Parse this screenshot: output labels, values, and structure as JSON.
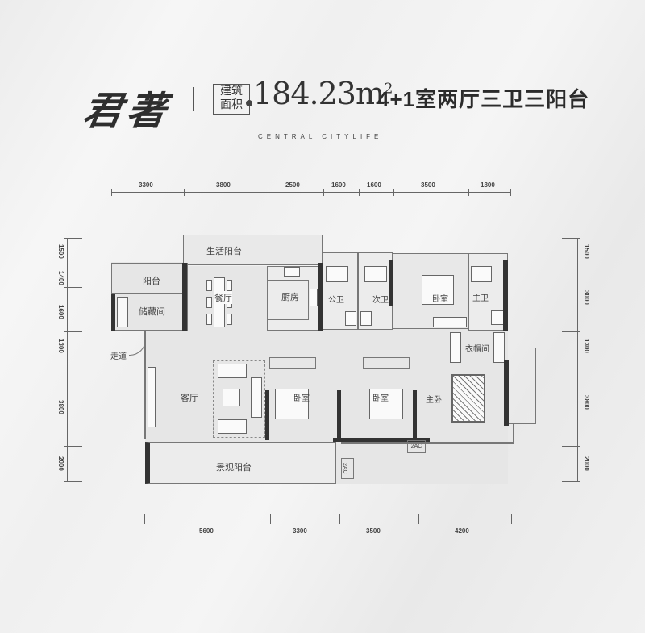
{
  "header": {
    "brand_name": "君著",
    "area_label_line1": "建筑",
    "area_label_line2": "面积",
    "area_value": "184.23m",
    "area_unit_sup": "2",
    "layout_desc": "4+1室两厅三卫三阳台",
    "subtitle": "CENTRAL CITYLIFE"
  },
  "dimensions": {
    "top": [
      "3300",
      "3800",
      "2500",
      "1600",
      "1600",
      "3500",
      "1800"
    ],
    "bottom": [
      "5600",
      "3300",
      "3500",
      "4200"
    ],
    "left": [
      "1500",
      "1400",
      "1600",
      "1300",
      "3800",
      "2000"
    ],
    "right": [
      "1500",
      "3000",
      "1300",
      "3800",
      "2000"
    ]
  },
  "rooms": {
    "living_balcony": "生活阳台",
    "balcony": "阳台",
    "storage": "储藏间",
    "dining": "餐厅",
    "kitchen": "厨房",
    "public_bath": "公卫",
    "second_bath": "次卫",
    "bedroom_north": "卧室",
    "master_bath": "主卫",
    "walk_in_closet": "衣帽间",
    "corridor": "走道",
    "living_room": "客厅",
    "bedroom_1": "卧室",
    "bedroom_2": "卧室",
    "master_bedroom": "主卧",
    "view_balcony": "景观阳台",
    "ac_label_1": "2AC",
    "ac_label_2": "2AC"
  }
}
